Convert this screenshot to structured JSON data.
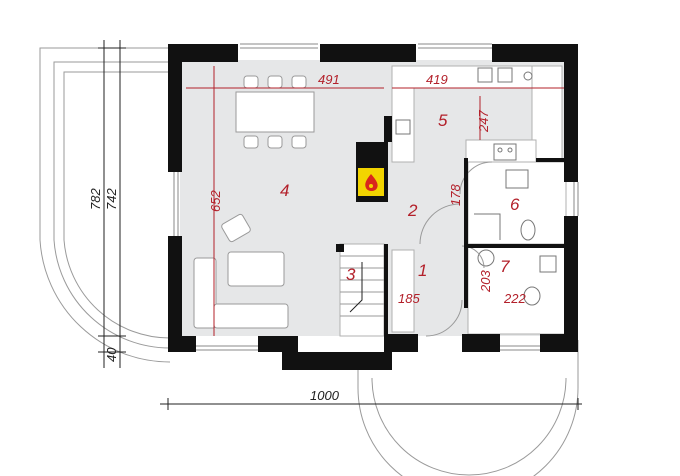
{
  "rooms": [
    {
      "number": "1"
    },
    {
      "number": "2"
    },
    {
      "number": "3"
    },
    {
      "number": "4"
    },
    {
      "number": "5"
    },
    {
      "number": "6"
    },
    {
      "number": "7"
    }
  ],
  "dimensions": {
    "dining_width": "491",
    "kitchen_width": "419",
    "kitchen_depth": "247",
    "living_depth": "652",
    "bath_depth": "178",
    "hall_width": "185",
    "wc_depth": "203",
    "wc_width": "222",
    "overall_width": "1000",
    "outer_depth": "782",
    "inner_depth": "742",
    "offset": "40"
  },
  "colors": {
    "wall": "#111111",
    "floor": "#e6e7e8",
    "dimension_text": "#b3202a",
    "fireplace": "#f2d400"
  },
  "icons": [
    "fireplace-flame-icon"
  ]
}
